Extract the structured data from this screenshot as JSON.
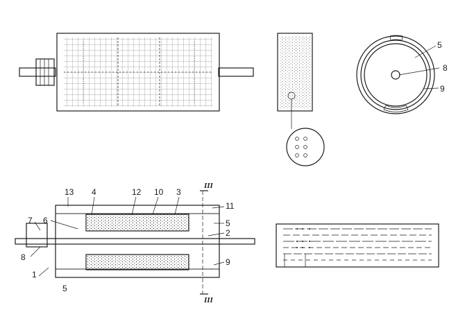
{
  "figure_labels": {
    "l1": "1",
    "l2": "2",
    "l3": "3",
    "l4": "4",
    "l5a": "5",
    "l5b": "5",
    "l6": "6",
    "l7": "7",
    "l8": "8",
    "l9": "9",
    "l10": "10",
    "l11": "11",
    "l12": "12",
    "l13": "13",
    "section_top": "III",
    "section_bottom": "III"
  },
  "cross_section_labels": {
    "l5": "5",
    "l8": "8",
    "l9": "9"
  }
}
